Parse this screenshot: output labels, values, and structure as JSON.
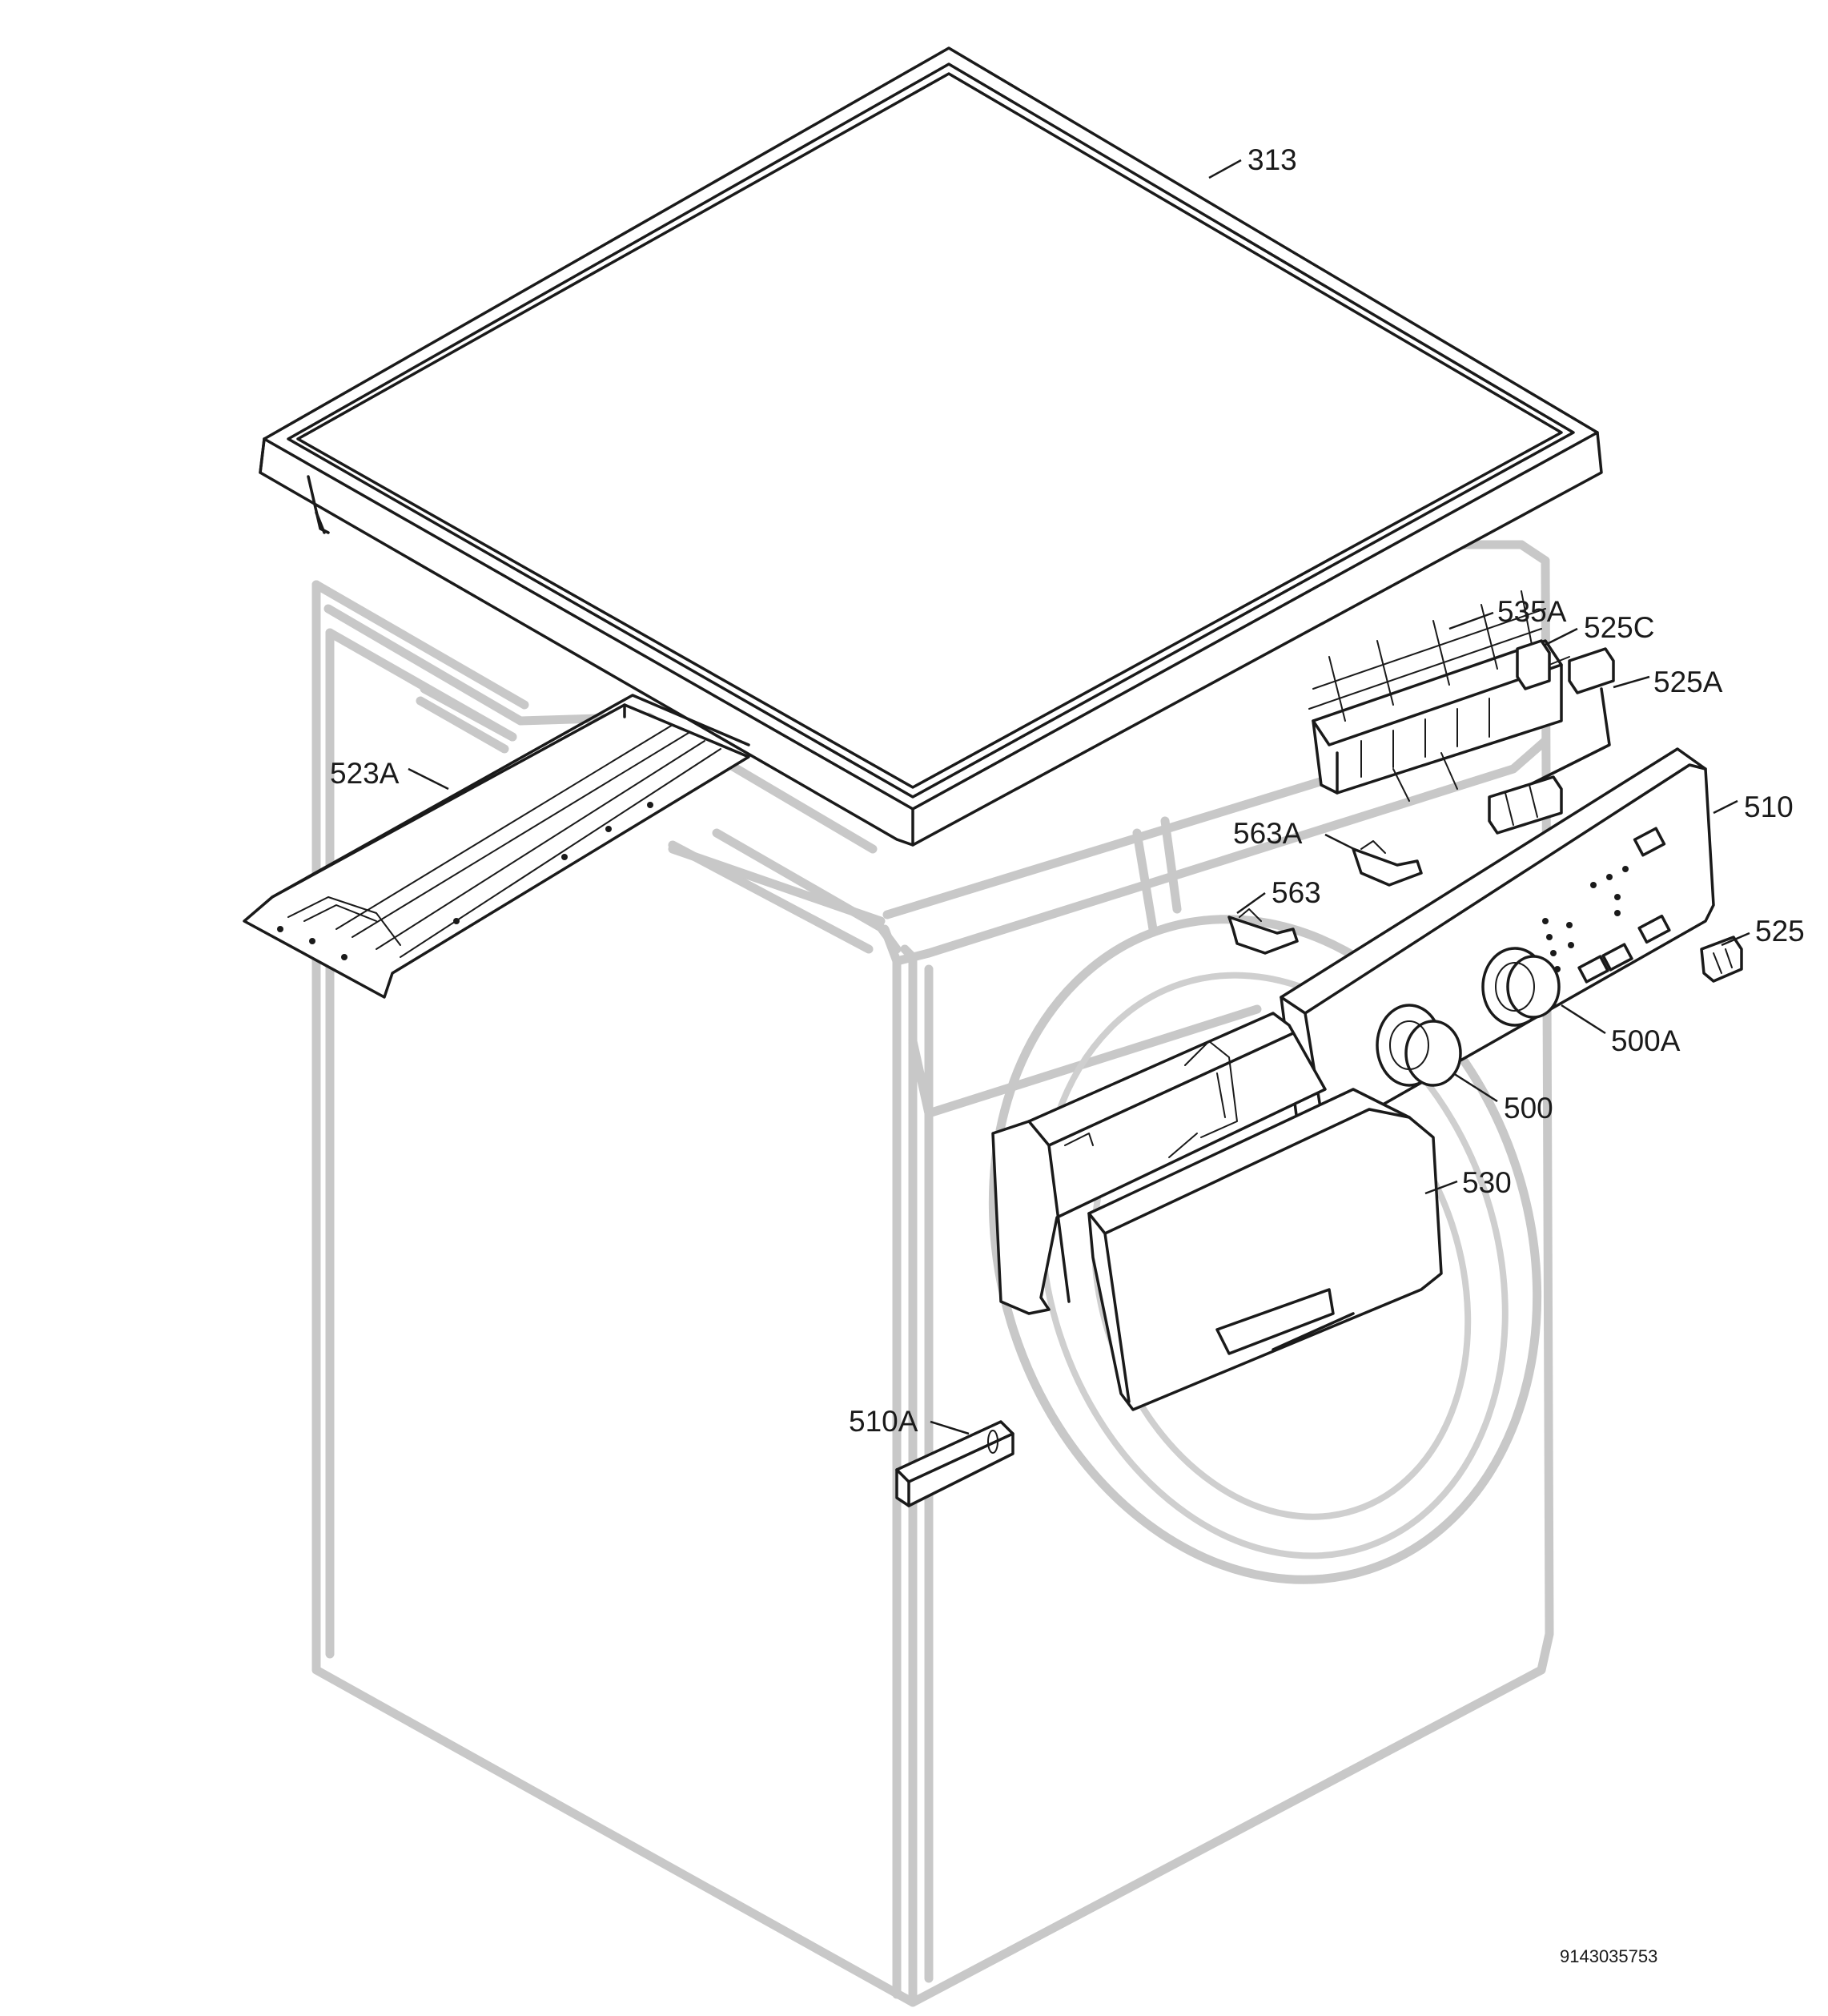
{
  "callouts": {
    "p313": "313",
    "p535A": "535A",
    "p525C": "525C",
    "p525A": "525A",
    "p510": "510",
    "p523A": "523A",
    "p563A": "563A",
    "p563": "563",
    "p525": "525",
    "p500A": "500A",
    "p500": "500",
    "p530": "530",
    "p510A": "510A"
  },
  "footer": {
    "drawing_number": "9143035753"
  }
}
